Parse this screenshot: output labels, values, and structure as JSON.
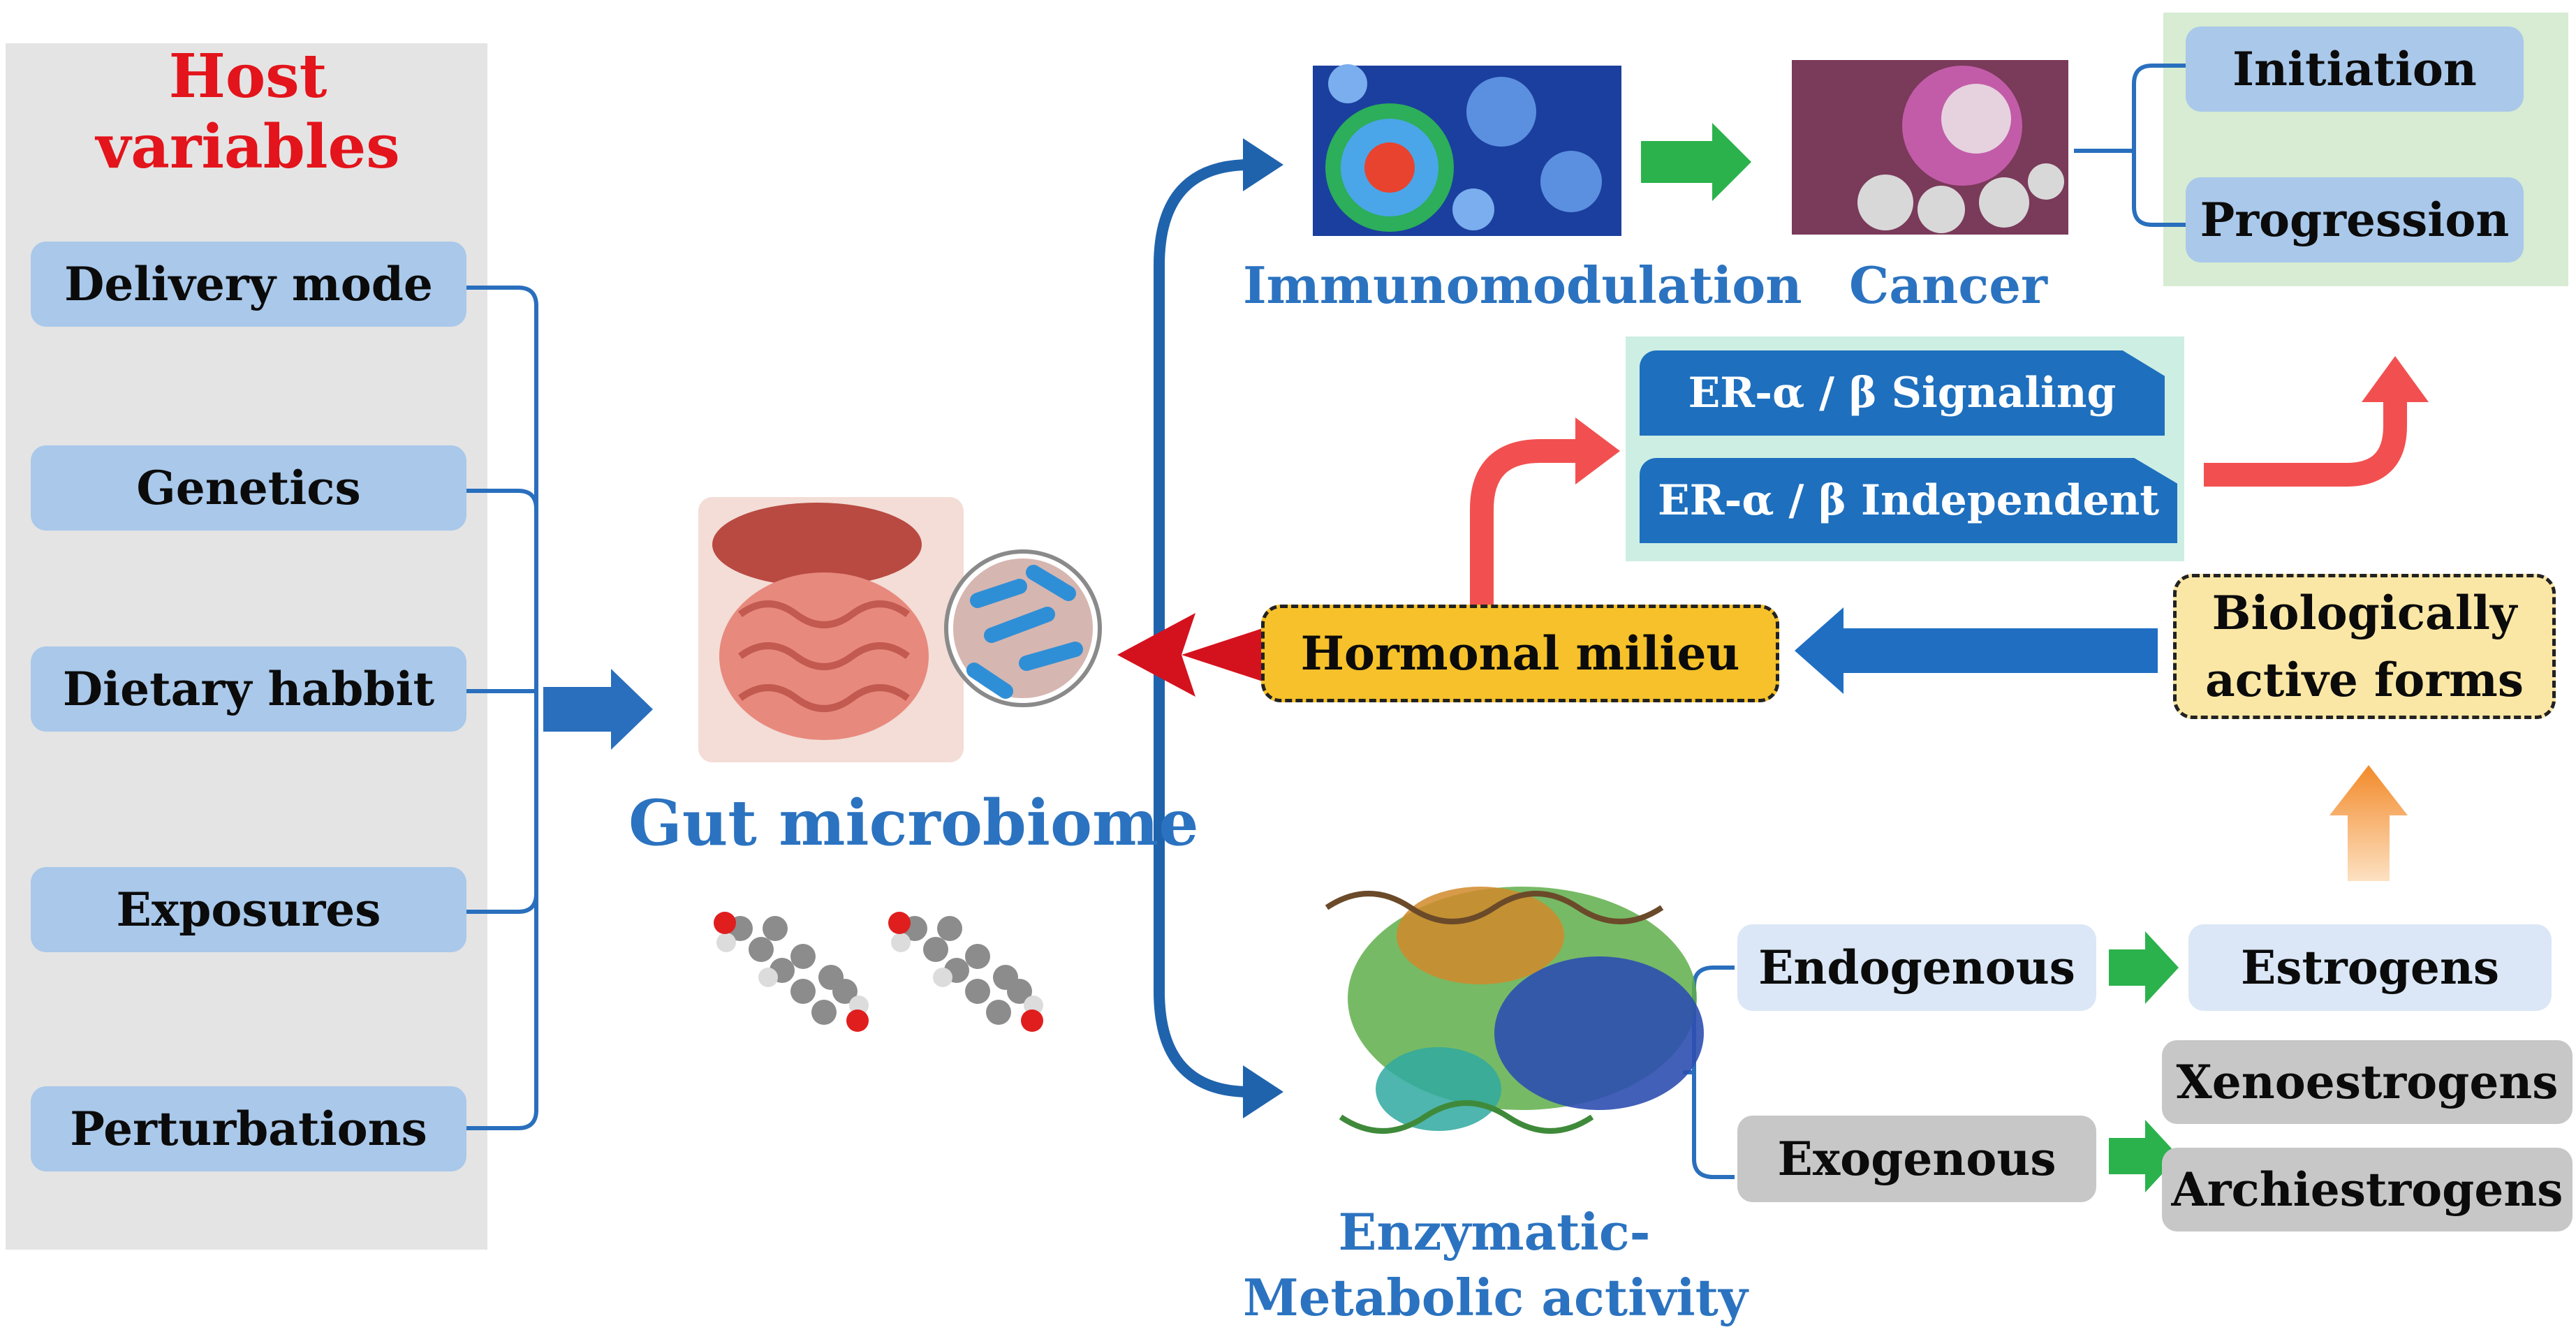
{
  "host_panel": {
    "title": "Host variables",
    "items": [
      "Delivery mode",
      "Genetics",
      "Dietary habbit",
      "Exposures",
      "Perturbations"
    ]
  },
  "center": {
    "label": "Gut microbiome"
  },
  "top_branch": {
    "immuno_label": "Immunomodulation",
    "cancer_label": "Cancer",
    "outcomes": [
      "Initiation",
      "Progression"
    ]
  },
  "signaling": {
    "items": [
      "ER-α / β Signaling",
      "ER-α / β Independent"
    ]
  },
  "hormonal": {
    "label": "Hormonal milieu"
  },
  "bioactive": {
    "label_line1": "Biologically",
    "label_line2": "active forms"
  },
  "bottom_branch": {
    "enzyme_label_line1": "Enzymatic-",
    "enzyme_label_line2": "Metabolic activity",
    "endogenous": "Endogenous",
    "estrogens": "Estrogens",
    "exogenous": "Exogenous",
    "xeno": "Xenoestrogens",
    "archi": "Archiestrogens"
  },
  "colors": {
    "title_red": "#e3141b",
    "label_blue": "#2b73c0",
    "box_blue": "#a9c8ea",
    "panel_gray": "#e4e4e4",
    "green_panel": "#d7ecd2",
    "teal_panel": "#cdeee3",
    "hormonal_fill": "#f6c12a",
    "bioactive_fill": "#fbe7a5",
    "signal_tab": "#1e6fbe",
    "arrow_green": "#2bb24c",
    "arrow_red": "#f25050",
    "arrow_orange": "#f59a3c",
    "arrow_dark_red": "#d4121e"
  },
  "icons": [
    "microbiome-illustration",
    "estrogen-molecule",
    "immune-cell-image",
    "cancer-cell-image",
    "enzyme-protein-image"
  ]
}
